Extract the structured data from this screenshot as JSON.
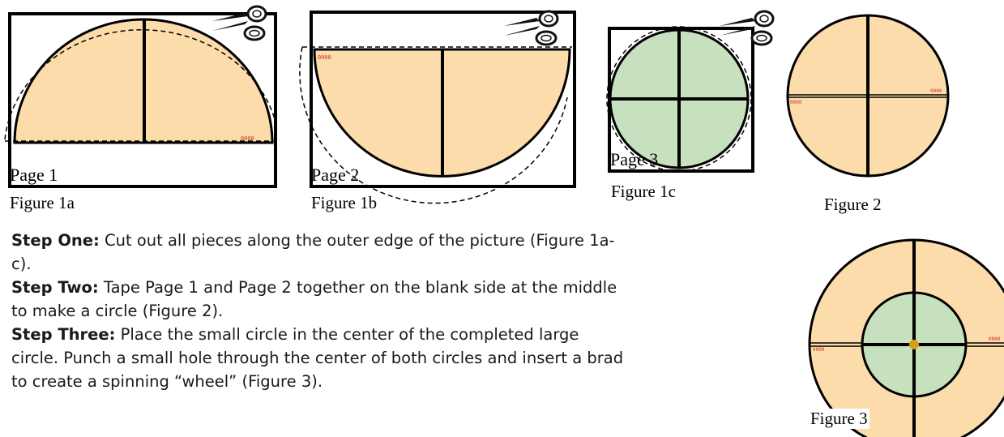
{
  "figures": {
    "fig1a": {
      "caption": "Figure 1a",
      "page_label": "Page 1"
    },
    "fig1b": {
      "caption": "Figure 1b",
      "page_label": "Page 2"
    },
    "fig1c": {
      "caption": "Figure 1c",
      "page_label": "Page 3"
    },
    "fig2": {
      "caption": "Figure 2"
    },
    "fig3": {
      "caption": "Figure 3"
    }
  },
  "steps": [
    {
      "label": "Step One:",
      "text": " Cut out all pieces along the outer edge of the picture (Figure 1a-c)."
    },
    {
      "label": "Step Two:",
      "text": " Tape Page 1 and Page 2 together on the blank side at the middle to make a circle  (Figure 2)."
    },
    {
      "label": "Step Three:",
      "text": " Place the small circle in the center of the completed large circle.  Punch a small hole through the center of both circles and insert a brad to create a spinning “wheel” (Figure 3)."
    }
  ],
  "colors": {
    "large_circle_fill": "#fcdcaa",
    "small_circle_fill": "#c7e1bf",
    "brad": "#d4a017"
  },
  "icons": [
    "scissors-icon"
  ]
}
